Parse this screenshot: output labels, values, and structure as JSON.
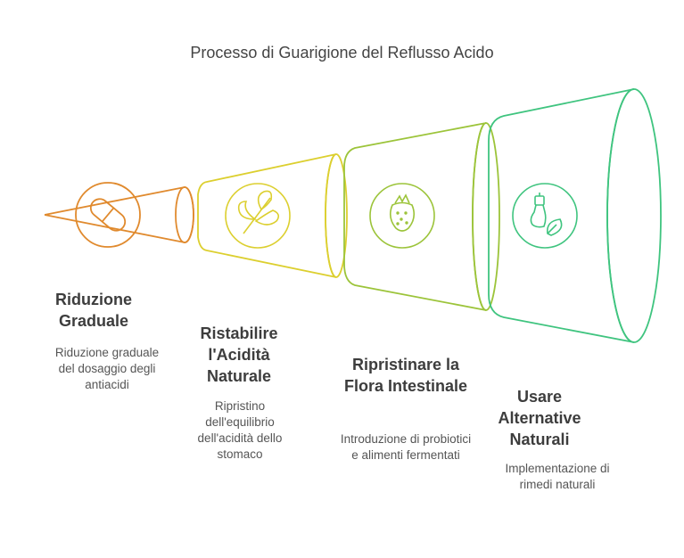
{
  "title": "Processo di Guarigione del Reflusso Acido",
  "steps": [
    {
      "title": "Riduzione Graduale",
      "description": "Riduzione graduale del dosaggio degli antiacidi",
      "color": "#e08a2e",
      "icon": "pill-icon"
    },
    {
      "title": "Ristabilire l'Acidità Naturale",
      "description": "Ripristino dell'equilibrio dell'acidità dello stomaco",
      "color": "#dccf2f",
      "icon": "leaf-icon"
    },
    {
      "title": "Ripristinare la Flora Intestinale",
      "description": "Introduzione di probiotici e alimenti fermentati",
      "color": "#9cc43a",
      "icon": "strawberry-icon"
    },
    {
      "title": "Usare Alternative Naturali",
      "description": "Implementazione di rimedi naturali",
      "color": "#3fc47f",
      "icon": "potion-leaf-icon"
    }
  ]
}
